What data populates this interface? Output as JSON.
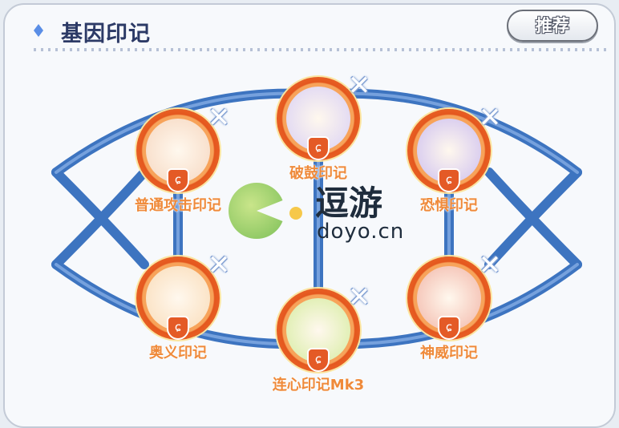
{
  "header": {
    "title": "基因印记",
    "recommend_label": "推荐"
  },
  "colors": {
    "line": "#3d74c0",
    "ring": "#e4571e",
    "label": "#ef8a3a",
    "title": "#2c3a66"
  },
  "slots": [
    {
      "label": "普通攻击印记",
      "icon": "cannon-impact-icon",
      "inner": "#f6d7c0"
    },
    {
      "label": "破鼓印记",
      "icon": "shattered-ghost-icon",
      "inner": "#d9d0f4"
    },
    {
      "label": "恐惧印记",
      "icon": "ghost-icon",
      "inner": "#cdbff0"
    },
    {
      "label": "奥义印记",
      "icon": "palm-strike-icon",
      "inner": "#f9dcb8"
    },
    {
      "label": "连心印记Mk3",
      "icon": "heart-icon",
      "inner": "#d6eca0"
    },
    {
      "label": "神威印记",
      "icon": "starburst-icon",
      "inner": "#f2b6a8"
    }
  ],
  "remove_glyph": "✕",
  "watermark": {
    "name": "逗游",
    "url": "doyo.cn"
  }
}
